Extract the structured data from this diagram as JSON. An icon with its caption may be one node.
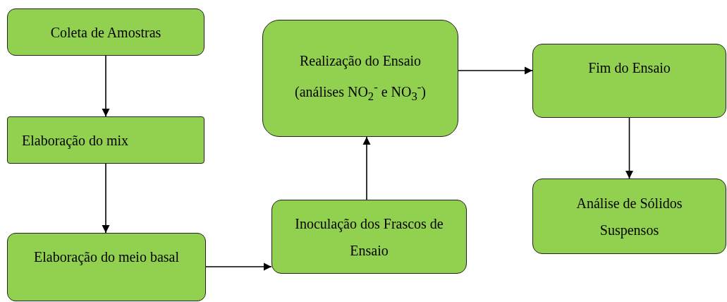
{
  "diagram": {
    "nodes": [
      {
        "text": [
          "Coleta de Amostras"
        ]
      },
      {
        "text": [
          "Elaboração do mix"
        ]
      },
      {
        "text": [
          "Elaboração do meio basal"
        ]
      },
      {
        "text": [
          "Inoculação dos Frascos de Ensaio"
        ]
      },
      {
        "text": [
          "Realização do Ensaio (análises NO$_{2}$$^{-}$ e NO$_{3}$$^{-}$)"
        ]
      },
      {
        "text": [
          "Fim do Ensaio"
        ]
      },
      {
        "text": [
          "Análise de Sólidos Suspensos"
        ]
      }
    ],
    "edges": [
      {
        "from": 0,
        "to": 1,
        "arrow": "to"
      },
      {
        "from": 1,
        "to": 2,
        "arrow": "to"
      },
      {
        "from": 2,
        "to": 3,
        "arrow": "to"
      },
      {
        "from": 3,
        "to": 4,
        "arrow": "to"
      },
      {
        "from": 4,
        "to": 5,
        "arrow": "to"
      },
      {
        "from": 5,
        "to": 6,
        "arrow": "to"
      }
    ]
  }
}
